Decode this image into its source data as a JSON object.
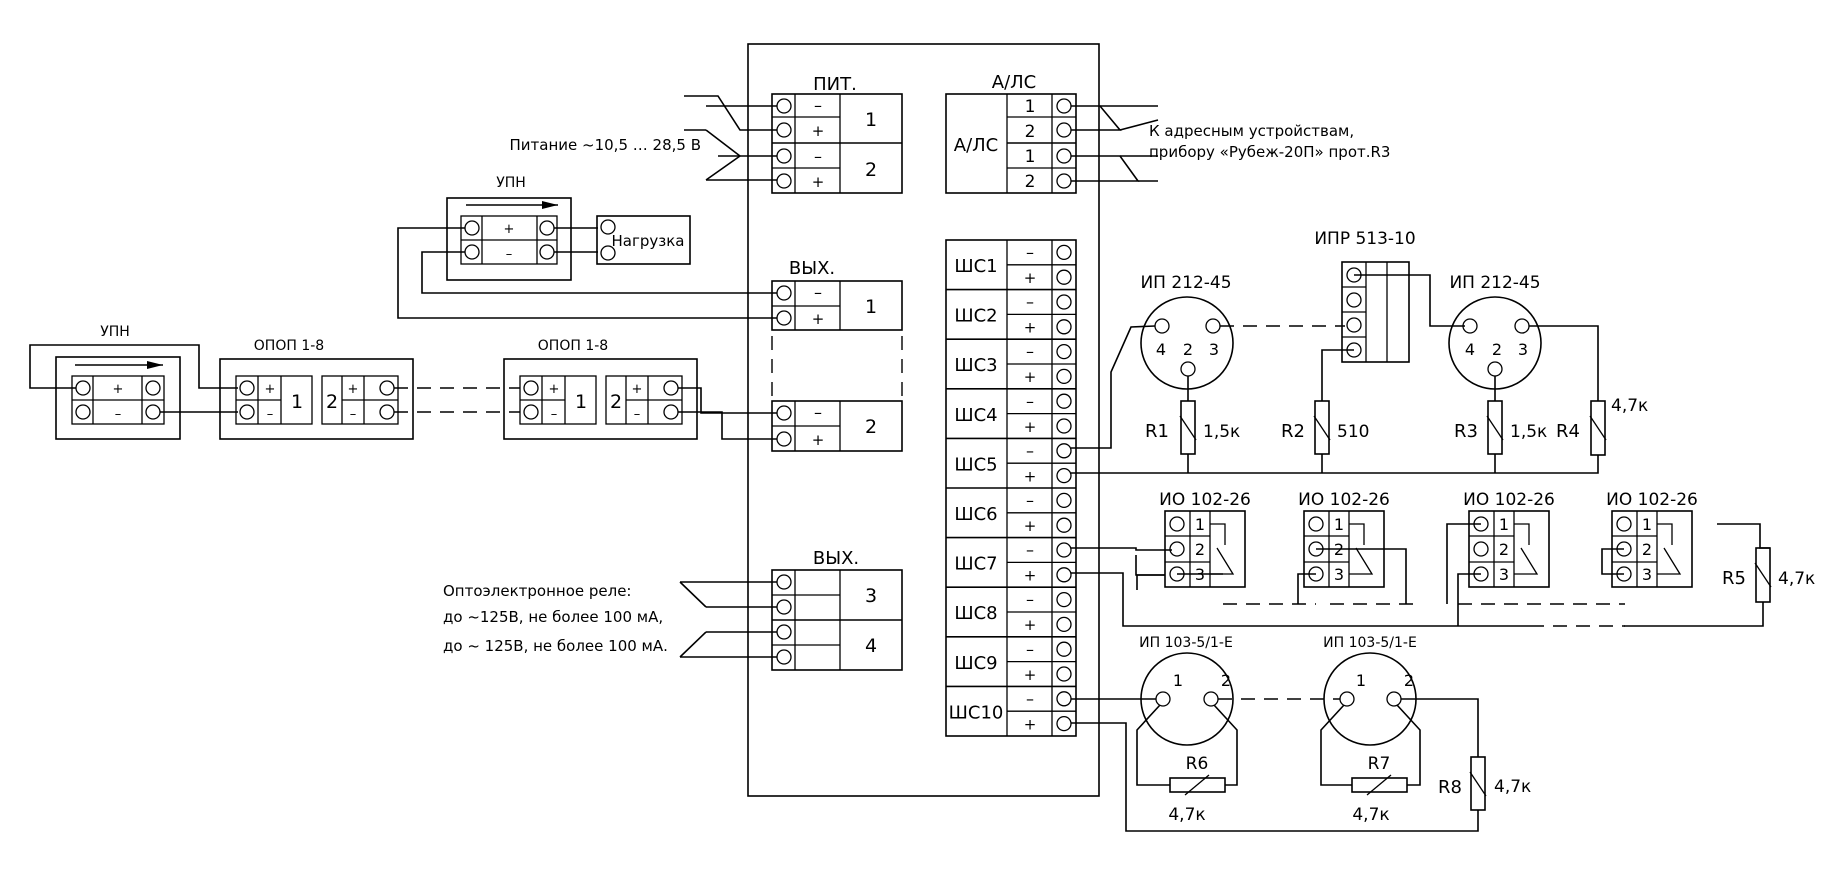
{
  "terminals": {
    "pit": {
      "title": "ПИТ.",
      "ch": [
        "1",
        "2"
      ]
    },
    "als": {
      "title": "А/ЛС",
      "side": "А/ЛС",
      "ch": [
        "1",
        "2",
        "1",
        "2"
      ]
    },
    "out1": {
      "title": "ВЫХ.",
      "ch": [
        "1",
        "2"
      ]
    },
    "out2": {
      "title": "ВЫХ.",
      "ch": [
        "3",
        "4"
      ]
    },
    "minus": "–",
    "plus": "+",
    "loops": [
      "ШС1",
      "ШС2",
      "ШС3",
      "ШС4",
      "ШС5",
      "ШС6",
      "ШС7",
      "ШС8",
      "ШС9",
      "ШС10"
    ]
  },
  "notes": {
    "power": "Питание ~10,5 … 28,5 В",
    "als_1": "К адресным устройствам,",
    "als_2": "прибору «Рубеж-20П» прот.R3",
    "relay_1": "Оптоэлектронное реле:",
    "relay_2": "до ~125В, не более 100 мА,",
    "relay_3": "до ~ 125В, не более 100 мА."
  },
  "devices": {
    "upn": "УПН",
    "load": "Нагрузка",
    "opop": "ОПОП 1-8",
    "opop_1": "1",
    "opop_2": "2",
    "ip212": "ИП 212-45",
    "ipr": "ИПР 513-10",
    "io": "ИО 102-26",
    "ip103": "ИП 103-5/1-Е",
    "pin_1": "1",
    "pin_2": "2",
    "pin_3": "3",
    "pin_4": "4"
  },
  "resistors": {
    "r1": "R1",
    "r1v": "1,5к",
    "r2": "R2",
    "r2v": "510",
    "r3": "R3",
    "r3v": "1,5к",
    "r4": "R4",
    "r4v": "4,7к",
    "r5": "R5",
    "r5v": "4,7к",
    "r6": "R6",
    "r6v": "4,7к",
    "r7": "R7",
    "r7v": "4,7к",
    "r8": "R8",
    "r8v": "4,7к"
  }
}
